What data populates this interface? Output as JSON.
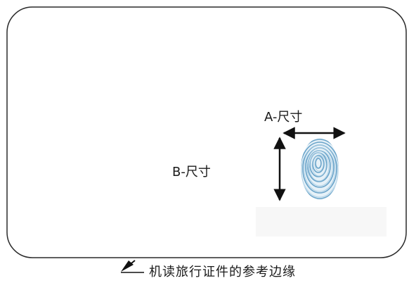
{
  "labels": {
    "a_dimension": "A-尺寸",
    "b_dimension": "B-尺寸",
    "reference_edge": "机读旅行证件的参考边缘"
  },
  "colors": {
    "outline": "#2a2a2a",
    "arrow": "#111111",
    "fingerprint": "#5b9bc4",
    "fingerprint_light": "#a9cde3",
    "shadow_box": "#f7f7f7"
  },
  "icons": {
    "fingerprint": "fingerprint-icon",
    "reference_arrow": "arrow-up-left-icon"
  }
}
